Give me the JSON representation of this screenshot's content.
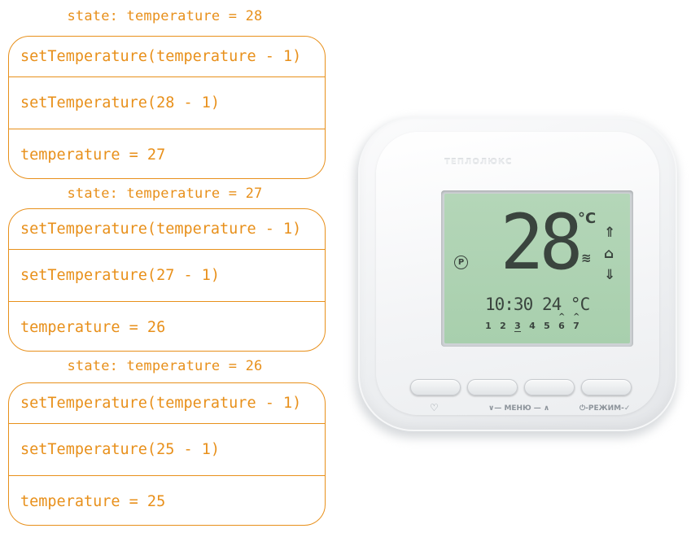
{
  "groups": [
    {
      "state": "state: temperature = 28",
      "rows": [
        "setTemperature(temperature - 1)",
        "setTemperature(28 - 1)",
        "temperature = 27"
      ]
    },
    {
      "state": "state: temperature = 27",
      "rows": [
        "setTemperature(temperature - 1)",
        "setTemperature(27 - 1)",
        "temperature = 26"
      ]
    },
    {
      "state": "state: temperature = 26",
      "rows": [
        "setTemperature(temperature - 1)",
        "setTemperature(25 - 1)",
        "temperature = 25"
      ]
    }
  ],
  "thermostat": {
    "brand": "ТЕПЛОЛЮКС",
    "display": {
      "set_temp": "28",
      "unit": "°C",
      "program_icon": "P",
      "heat_icon": "heat-icon",
      "up_icon": "arrow-up-icon",
      "cap_icon": "comfort-cap-icon",
      "down_icon": "arrow-down-icon",
      "time": "10:30",
      "room_temp": "24 °C",
      "days": [
        "1",
        "2",
        "3",
        "4",
        "5",
        "6",
        "7"
      ]
    },
    "buttons": {
      "heart_label": "♡",
      "menu_label": "∨— МЕНЮ — ∧",
      "mode_label": "⏻-РЕЖИМ-✓"
    }
  },
  "colors": {
    "accent": "#e8901b",
    "lcd": "#aed2b3",
    "lcd_text": "#3a443e"
  }
}
